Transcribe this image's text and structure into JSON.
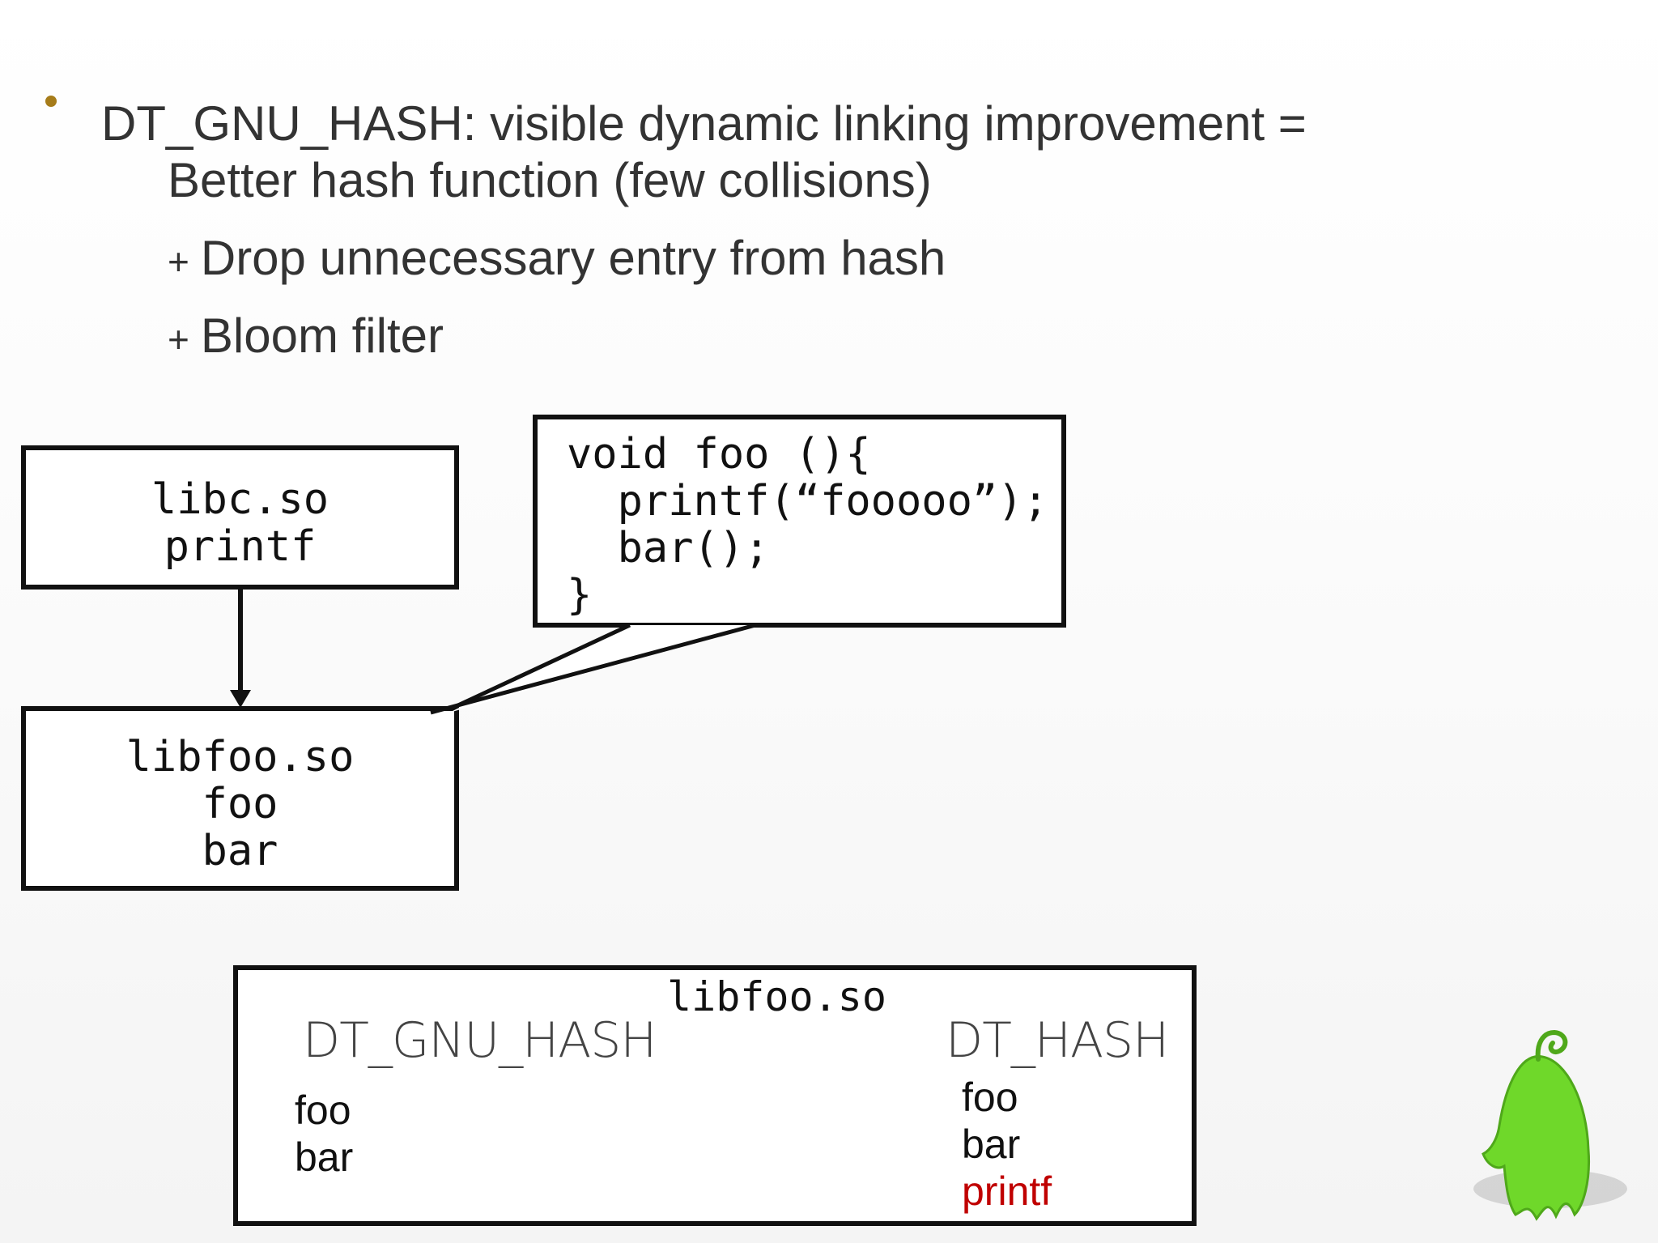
{
  "bullet": {
    "title": "DT_GNU_HASH: visible dynamic linking improvement =",
    "line1": "Better hash function (few collisions)",
    "plus": "+",
    "line2": "Drop unnecessary entry from hash",
    "line3": "Bloom filter"
  },
  "libc_box": {
    "lib": "libc.so",
    "symbol": "printf"
  },
  "libfoo_box": {
    "lib": "libfoo.so",
    "sym1": "foo",
    "sym2": "bar"
  },
  "code_box": {
    "line1": "void foo (){",
    "line2": "  printf(“fooooo”);",
    "line3": "  bar();",
    "line4": "}"
  },
  "table_box": {
    "lib": "libfoo.so",
    "gnu_hash": {
      "heading": "DT_GNU_HASH",
      "entries": [
        "foo",
        "bar"
      ]
    },
    "dt_hash": {
      "heading": "DT_HASH",
      "entries": [
        "foo",
        "bar",
        "printf"
      ]
    }
  },
  "colors": {
    "bullet": "#a67c1a",
    "text": "#333333",
    "highlight": "#c00000",
    "mascot": "#6fd82a"
  },
  "mascot": {
    "icon": "green-mascot-icon"
  }
}
